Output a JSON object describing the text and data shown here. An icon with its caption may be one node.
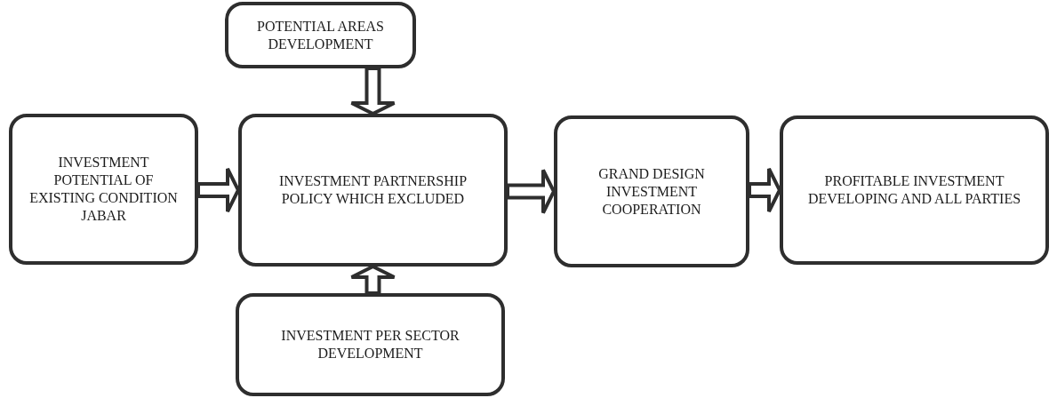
{
  "diagram": {
    "nodes": [
      {
        "text": [
          "POTENTIAL AREAS DEVELOPMENT"
        ]
      },
      {
        "text": [
          "INVESTMENT POTENTIAL OF EXISTING CONDITION JABAR"
        ]
      },
      {
        "text": [
          "INVESTMENT PARTNERSHIP POLICY WHICH EXCLUDED"
        ]
      },
      {
        "text": [
          "GRAND DESIGN INVESTMENT COOPERATION"
        ]
      },
      {
        "text": [
          "PROFITABLE INVESTMENT DEVELOPING AND ALL PARTIES"
        ]
      },
      {
        "text": [
          "INVESTMENT PER SECTOR DEVELOPMENT"
        ]
      }
    ],
    "edges": [
      {
        "from": 0,
        "to": 2,
        "arrow": "to"
      },
      {
        "from": 1,
        "to": 2,
        "arrow": "to"
      },
      {
        "from": 2,
        "to": 3,
        "arrow": "to"
      },
      {
        "from": 3,
        "to": 4,
        "arrow": "to"
      },
      {
        "from": 5,
        "to": 2,
        "arrow": "to"
      }
    ]
  }
}
